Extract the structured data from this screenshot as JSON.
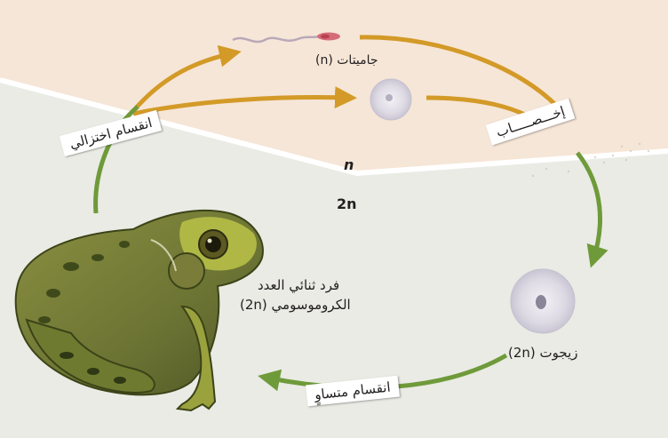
{
  "labels": {
    "gametes": "جاميتات (n)",
    "fertilization": "إخـــصـــــاب",
    "meiosis": "انقسام اختزالي",
    "haploid": "n",
    "diploid": "2n",
    "zygote": "زيجوت (2n)",
    "mitosis": "انقسام متساوٍ",
    "adult_line1": "فرد ثنائي العدد",
    "adult_line2": "الكروموسومي (2n)"
  },
  "colors": {
    "haploid_region": "#f6e6d7",
    "diploid_region": "#e9ebe4",
    "orange_arrow": "#d39a28",
    "green_arrow": "#6f9a3a"
  }
}
